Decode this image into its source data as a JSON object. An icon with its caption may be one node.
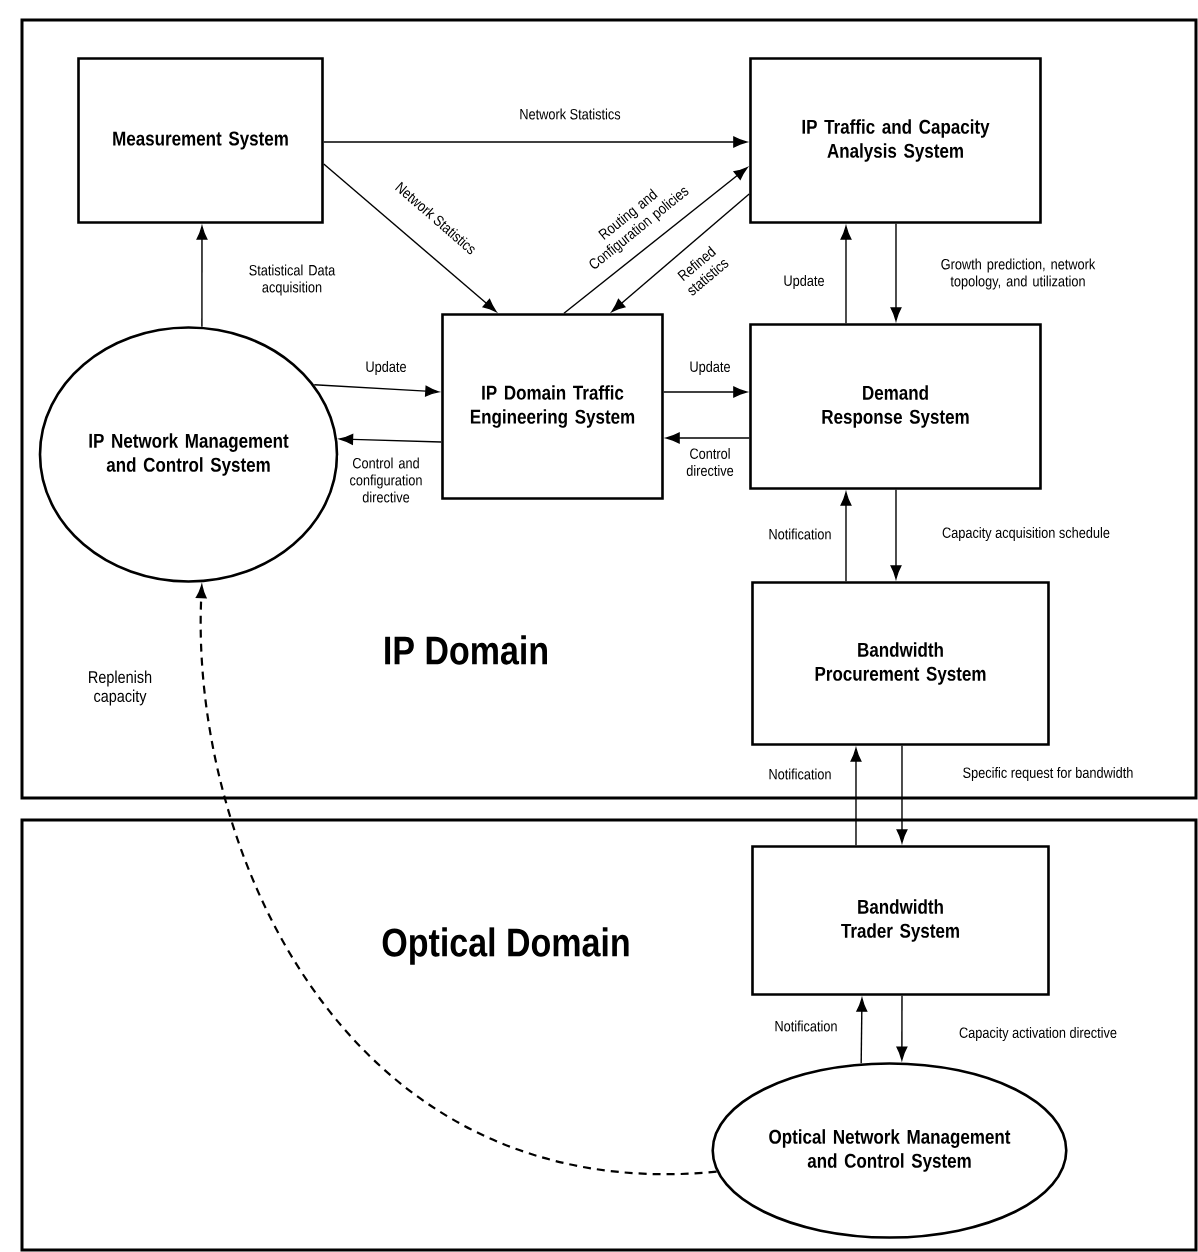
{
  "diagram": {
    "nodes": [
      {
        "text": [
          "IP Domain"
        ]
      },
      {
        "text": [
          "Measurement System"
        ],
        "in": 0
      },
      {
        "text": [
          "IP Traffic and Capacity Analysis System"
        ],
        "in": 0
      },
      {
        "text": [
          "IP Network Management and Control System"
        ],
        "in": 0
      },
      {
        "text": [
          "IP Domain Traffic Engineering System"
        ],
        "in": 0
      },
      {
        "text": [
          "Demand Response System"
        ],
        "in": 0
      },
      {
        "text": [
          "Bandwidth Procurement System"
        ],
        "in": 0
      },
      {
        "text": [
          "Optical Domain"
        ]
      },
      {
        "text": [
          "Bandwidth Trader System"
        ],
        "in": 7
      },
      {
        "text": [
          "Optical Network Management and Control System"
        ],
        "in": 7
      }
    ],
    "edges": [
      {
        "from": 1,
        "to": 2,
        "arrow": "to",
        "label": "Network Statistics"
      },
      {
        "from": 1,
        "to": 4,
        "arrow": "to",
        "label": "Network Statistics"
      },
      {
        "from": 4,
        "to": 2,
        "arrow": "to",
        "label": "Routing and Configuration policies"
      },
      {
        "from": 2,
        "to": 4,
        "arrow": "to",
        "label": "Refined statistics"
      },
      {
        "from": 3,
        "to": 1,
        "arrow": "to",
        "label": "Statistical Data acquisition"
      },
      {
        "from": 3,
        "to": 4,
        "arrow": "to",
        "label": "Update"
      },
      {
        "from": 4,
        "to": 3,
        "arrow": "to",
        "label": "Control and configuration directive"
      },
      {
        "from": 4,
        "to": 5,
        "arrow": "to",
        "label": "Update"
      },
      {
        "from": 5,
        "to": 4,
        "arrow": "to",
        "label": "Control directive"
      },
      {
        "from": 5,
        "to": 2,
        "arrow": "to",
        "label": "Update"
      },
      {
        "from": 2,
        "to": 5,
        "arrow": "to",
        "label": "Growth prediction, network topology, and utilization"
      },
      {
        "from": 6,
        "to": 5,
        "arrow": "to",
        "label": "Notification"
      },
      {
        "from": 5,
        "to": 6,
        "arrow": "to",
        "label": "Capacity acquisition schedule"
      },
      {
        "from": 8,
        "to": 6,
        "arrow": "to",
        "label": "Notification"
      },
      {
        "from": 6,
        "to": 8,
        "arrow": "to",
        "label": "Specific request for bandwidth"
      },
      {
        "from": 9,
        "to": 8,
        "arrow": "to",
        "label": "Notification"
      },
      {
        "from": 8,
        "to": 9,
        "arrow": "to",
        "label": "Capacity activation directive"
      },
      {
        "from": 9,
        "to": 3,
        "arrow": "to",
        "label": "Replenish capacity",
        "style": "dashed"
      }
    ]
  }
}
